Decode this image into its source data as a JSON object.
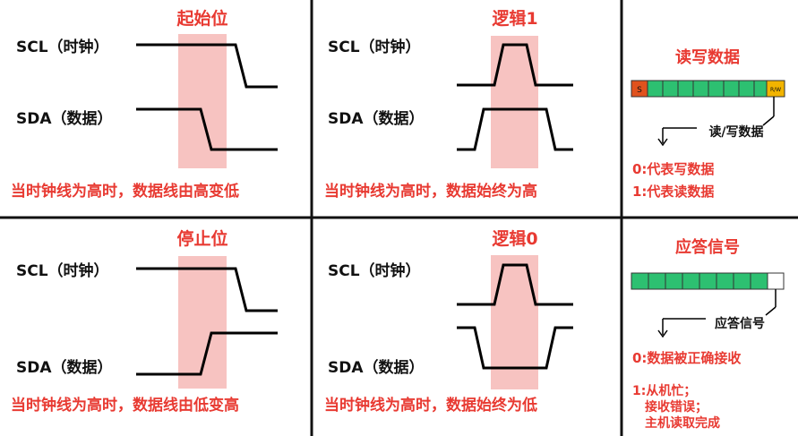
{
  "start": {
    "title": "起始位",
    "scl_label": "SCL（时钟）",
    "sda_label": "SDA（数据）",
    "caption": "当时钟线为高时，数据线由高变低"
  },
  "logic1": {
    "title": "逻辑1",
    "scl_label": "SCL（时钟）",
    "sda_label": "SDA（数据）",
    "caption": "当时钟线为高时，数据始终为高"
  },
  "rw": {
    "title": "读写数据",
    "start_bit": "S",
    "rw_bit": "R/W",
    "pointer_label": "读/写数据",
    "line0": "0:代表写数据",
    "line1": "1:代表读数据"
  },
  "stop": {
    "title": "停止位",
    "scl_label": "SCL（时钟）",
    "sda_label": "SDA（数据）",
    "caption": "当时钟线为高时，数据线由低变高"
  },
  "logic0": {
    "title": "逻辑0",
    "scl_label": "SCL（时钟）",
    "sda_label": "SDA（数据）",
    "caption": "当时钟线为高时，数据始终为低"
  },
  "ack": {
    "title": "应答信号",
    "pointer_label": "应答信号",
    "line0": "0:数据被正确接收",
    "line1a": "1:从机忙；",
    "line1b": "接收错误；",
    "line1c": "主机读取完成"
  },
  "colors": {
    "highlight": "#f7c3c1",
    "accent_red": "#e83a32",
    "bit_green": "#2dc071",
    "start_bit": "#e0521e",
    "rw_bit": "#f2b400",
    "line": "#000000"
  }
}
